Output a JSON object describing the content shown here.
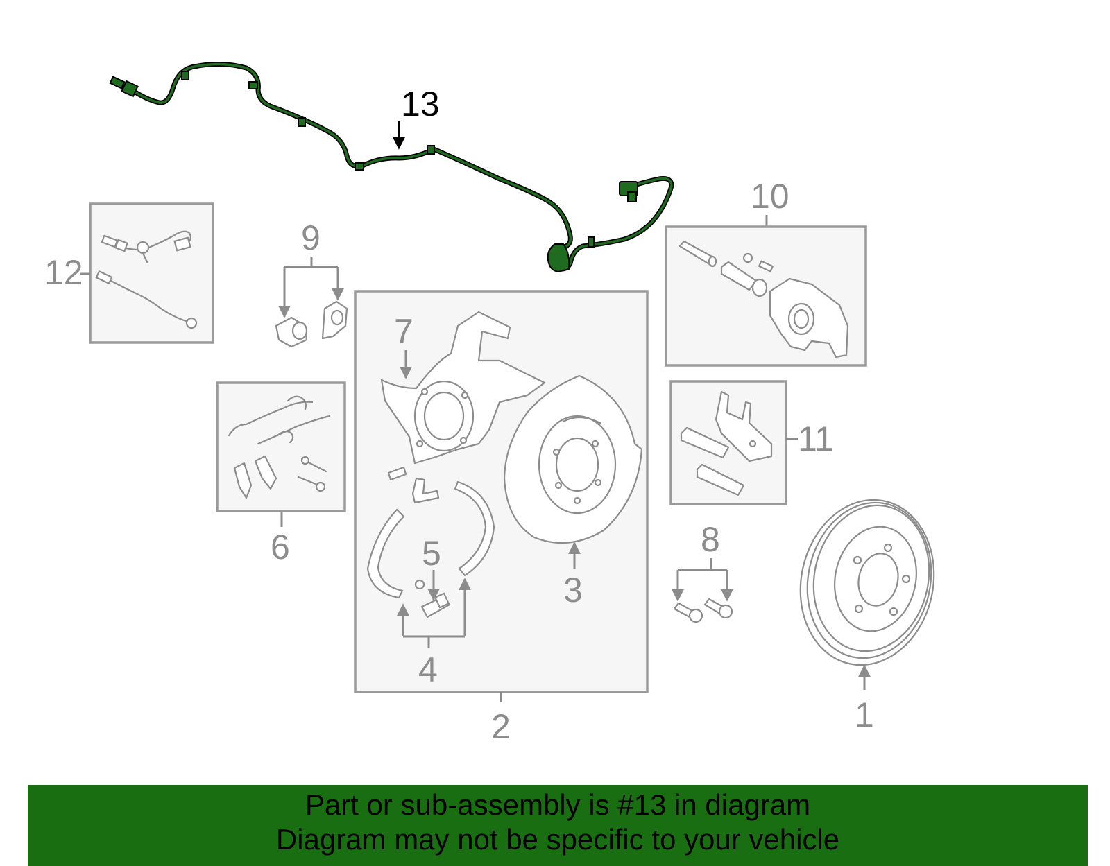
{
  "diagram": {
    "highlighted_part": "13",
    "highlight_color": "#1f6b1f",
    "callouts": {
      "c1": "1",
      "c2": "2",
      "c3": "3",
      "c4": "4",
      "c5": "5",
      "c6": "6",
      "c7": "7",
      "c8": "8",
      "c9": "9",
      "c10": "10",
      "c11": "11",
      "c12": "12",
      "c13": "13"
    }
  },
  "banner": {
    "line1": "Part or sub-assembly is #13 in diagram",
    "line2": "Diagram may not be specific to your vehicle",
    "background": "#1a6e12"
  }
}
